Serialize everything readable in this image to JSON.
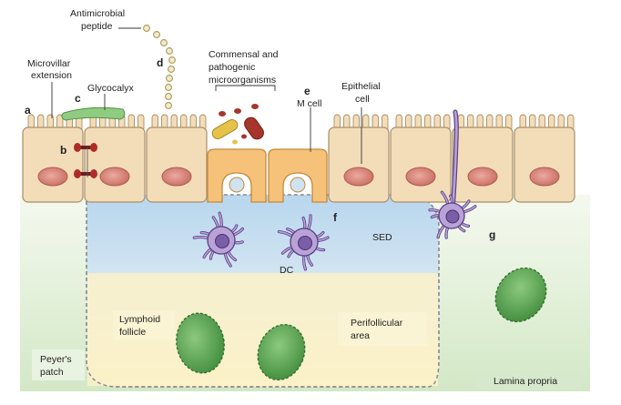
{
  "labels": {
    "antimicrobial_l1": "Antimicrobial",
    "antimicrobial_l2": "peptide",
    "microvillar_l1": "Microvillar",
    "microvillar_l2": "extension",
    "glycocalyx": "Glycocalyx",
    "commensal_l1": "Commensal and",
    "commensal_l2": "pathogenic",
    "commensal_l3": "microorganisms",
    "m_cell": "M cell",
    "epithelial_l1": "Epithelial",
    "epithelial_l2": "cell",
    "sed": "SED",
    "dc": "DC",
    "lymphoid_l1": "Lymphoid",
    "lymphoid_l2": "follicle",
    "perifollicular_l1": "Perifollicular",
    "perifollicular_l2": "area",
    "peyers_l1": "Peyer's",
    "peyers_l2": "patch",
    "lamina_propria": "Lamina propria"
  },
  "letters": {
    "a": "a",
    "b": "b",
    "c": "c",
    "d": "d",
    "e": "e",
    "f": "f",
    "g": "g"
  },
  "colors": {
    "cell_fill": "#f3ddb8",
    "cell_stroke": "#a98e66",
    "nucleus_fill": "#dc8e82",
    "nucleus_stroke": "#b05a50",
    "mcell_fill": "#f6c27a",
    "sed_fill": "#cfe3f1",
    "follicle_fill": "#fbf1c8",
    "lamina_top": "#f3f8ee",
    "lamina_bottom": "#cfe5c3",
    "dc_fill": "#b9a3d6",
    "dc_stroke": "#5a3f86",
    "green_cell": "#5da555",
    "junction": "#b02a2a",
    "glycocalyx": "#7dc070",
    "peptide_dot": "#c9b86b"
  }
}
